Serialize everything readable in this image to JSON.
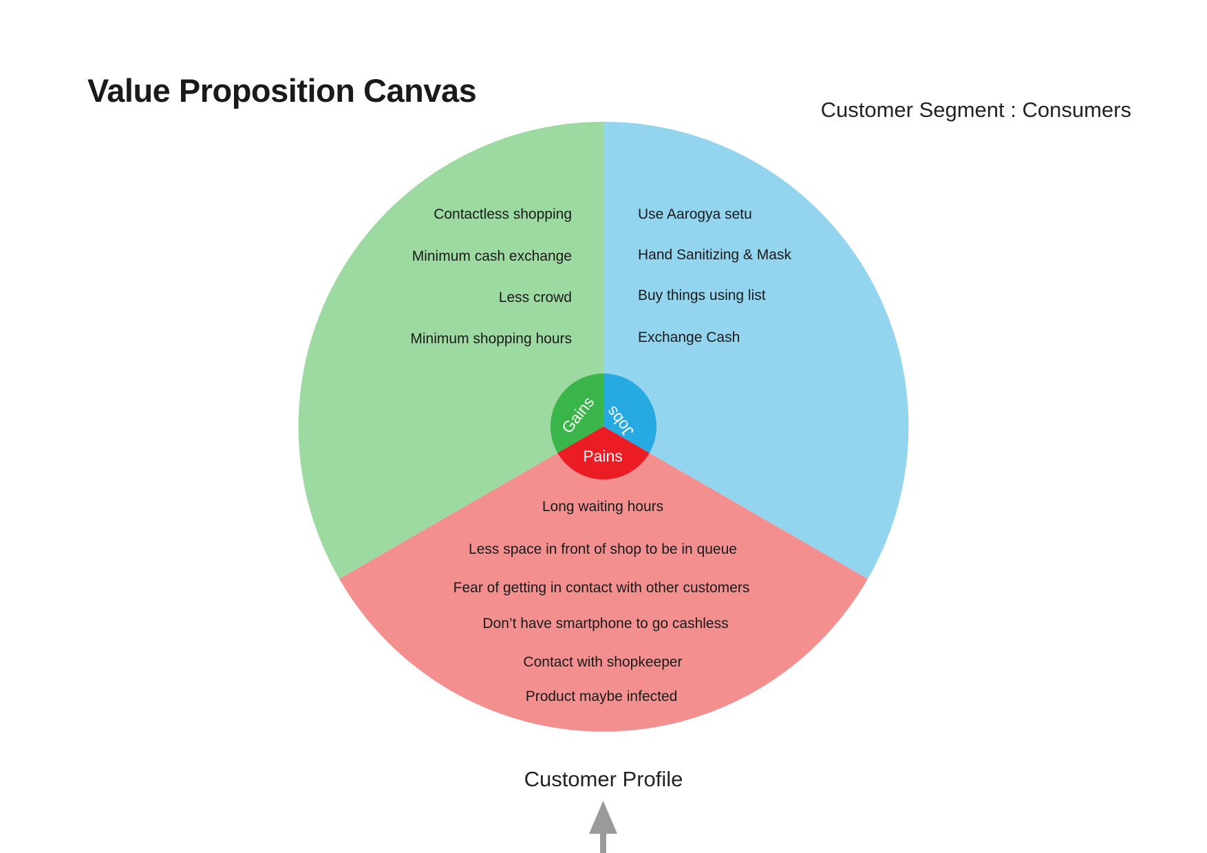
{
  "title": "Value Proposition Canvas",
  "customer_segment": "Customer Segment : Consumers",
  "profile_label": "Customer Profile",
  "sections": {
    "gains": {
      "label": "Gains",
      "fill": "#9ddaa1",
      "hub_fill": "#39b54a",
      "items": [
        "Contactless shopping",
        "Minimum cash exchange",
        "Less crowd",
        "Minimum shopping hours"
      ]
    },
    "jobs": {
      "label": "Jobs",
      "fill": "#93d4ef",
      "hub_fill": "#27a9e1",
      "items": [
        "Use Aarogya setu",
        "Hand Sanitizing & Mask",
        "Buy things using list",
        "Exchange Cash"
      ]
    },
    "pains": {
      "label": "Pains",
      "fill": "#f48f8f",
      "hub_fill": "#ec1c24",
      "items": [
        "Long waiting hours",
        "Less space in front of shop to be in queue",
        "Fear of getting in contact with other customers",
        "Don’t have smartphone to go cashless",
        "Contact with shopkeeper",
        "Product maybe infected"
      ]
    }
  },
  "arrow_color": "#9a9a9a"
}
